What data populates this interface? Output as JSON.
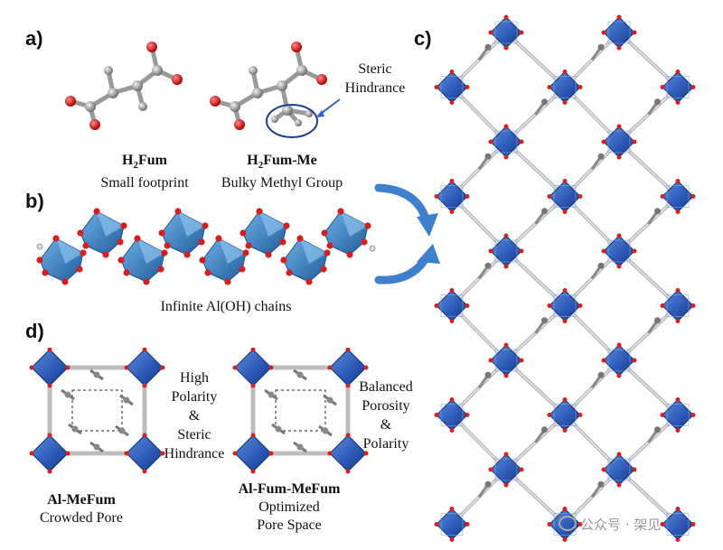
{
  "panels": {
    "a": "a)",
    "b": "b)",
    "c": "c)",
    "d": "d)"
  },
  "panel_a": {
    "h2fum": {
      "base": "H",
      "sub": "2",
      "rest": "Fum",
      "desc": "Small footprint"
    },
    "h2fum_me": {
      "base": "H",
      "sub": "2",
      "rest": "Fum-Me",
      "desc": "Bulky Methyl Group"
    },
    "steric_label_1": "Steric",
    "steric_label_2": "Hindrance"
  },
  "panel_b": {
    "caption": "Infinite Al(OH) chains"
  },
  "panel_d": {
    "left_name": "Al-MeFum",
    "left_desc": "Crowded Pore",
    "mid_note": [
      "High",
      "Polarity",
      "&",
      "Steric",
      "Hindrance"
    ],
    "right_name": "Al-Fum-MeFum",
    "right_desc": [
      "Optimized",
      "Pore Space"
    ],
    "right_note": [
      "Balanced",
      "Porosity",
      "&",
      "Polarity"
    ]
  },
  "watermark": "公众号 · 架见",
  "colors": {
    "octahedron": "#2e5fb8",
    "octahedron_dark": "#1d3f86",
    "chain_blue": "#3c86c6",
    "oxygen": "#d32020",
    "carbon": "#a8a8a8",
    "arrow": "#3f7fcb"
  }
}
